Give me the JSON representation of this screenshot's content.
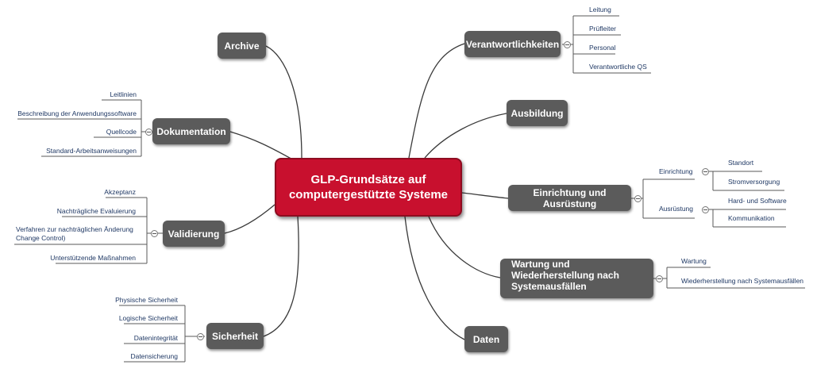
{
  "center": {
    "line1": "GLP-Grundsätze auf",
    "line2": "computergestützte Systeme"
  },
  "colors": {
    "center_fill": "#c8102e",
    "topic_fill": "#5b5b5b",
    "leaf_text": "#1f3864"
  },
  "topics": {
    "archive": "Archive",
    "dokumentation": "Dokumentation",
    "validierung": "Validierung",
    "sicherheit": "Sicherheit",
    "verantwortlichkeiten": "Verantwortlichkeiten",
    "ausbildung": "Ausbildung",
    "einrichtung": "Einrichtung und Ausrüstung",
    "wartung_line1": "Wartung und Wiederherstellung nach",
    "wartung_line2": "Systemausfällen",
    "daten": "Daten"
  },
  "dokumentation_items": [
    "Leitlinien",
    "Beschreibung der Anwendungssoftware",
    "Quellcode",
    "Standard-Arbeitsanweisungen"
  ],
  "validierung_items": [
    "Akzeptanz",
    "Nachträgliche Evaluierung",
    "Verfahren zur nachträglichen Änderung",
    "Change Control)",
    "Unterstützende Maßnahmen"
  ],
  "sicherheit_items": [
    "Physische Sicherheit",
    "Logische Sicherheit",
    "Datenintegrität",
    "Datensicherung"
  ],
  "verantwortlichkeiten_items": [
    "Leitung",
    "Prüfleiter",
    "Personal",
    "Verantwortliche QS"
  ],
  "einrichtung_groups": {
    "einrichtung": {
      "label": "Einrichtung",
      "items": [
        "Standort",
        "Stromversorgung"
      ]
    },
    "ausruestung": {
      "label": "Ausrüstung",
      "items": [
        "Hard- und Software",
        "Kommunikation"
      ]
    }
  },
  "wartung_items": [
    "Wartung",
    "Wiederherstellung nach Systemausfällen"
  ]
}
